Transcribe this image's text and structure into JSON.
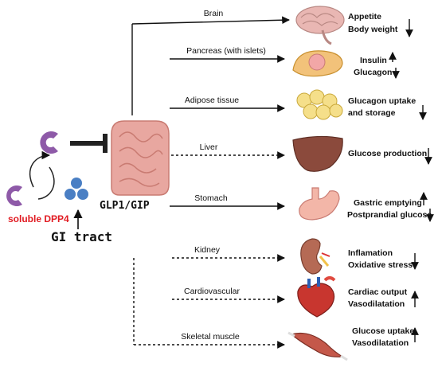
{
  "left": {
    "soluble_dpp4": "soluble DPP4",
    "gi_tract": "GI tract",
    "glp1_gip": "GLP1/GIP"
  },
  "organs": [
    {
      "name": "Brain",
      "icon": "brain-icon",
      "line": "solid",
      "effects": [
        "Appetite",
        "Body weight"
      ],
      "arrows": [
        "down"
      ]
    },
    {
      "name": "Pancreas (with islets)",
      "icon": "pancreas-icon",
      "line": "solid",
      "effects": [
        "Insulin",
        "Glucagon"
      ],
      "arrows": [
        "up",
        "down"
      ]
    },
    {
      "name": "Adipose tissue",
      "icon": "adipose-icon",
      "line": "solid",
      "effects": [
        "Glucagon uptake",
        "and storage"
      ],
      "arrows": [
        "down"
      ]
    },
    {
      "name": "Liver",
      "icon": "liver-icon",
      "line": "dashed",
      "effects": [
        "Glucose production"
      ],
      "arrows": [
        "down"
      ]
    },
    {
      "name": "Stomach",
      "icon": "stomach-icon",
      "line": "solid",
      "effects": [
        "Gastric emptying",
        "Postprandial glucose"
      ],
      "arrows": [
        "up",
        "down"
      ]
    },
    {
      "name": "Kidney",
      "icon": "kidney-icon",
      "line": "dashed",
      "effects": [
        "Inflamation",
        "Oxidative stress"
      ],
      "arrows": [
        "down"
      ]
    },
    {
      "name": "Cardiovascular",
      "icon": "heart-icon",
      "line": "dashed",
      "effects": [
        "Cardiac output",
        "Vasodilatation"
      ],
      "arrows": [
        "up"
      ]
    },
    {
      "name": "Skeletal muscle",
      "icon": "muscle-icon",
      "line": "dashed",
      "effects": [
        "Glucose uptake",
        "Vasodilatation"
      ],
      "arrows": [
        "up"
      ]
    }
  ],
  "colors": {
    "dpp4": "#8e5aa8",
    "glp1": "#4a7fc4",
    "accent_red": "#e11b22",
    "intestine": "#e8a7a0"
  }
}
